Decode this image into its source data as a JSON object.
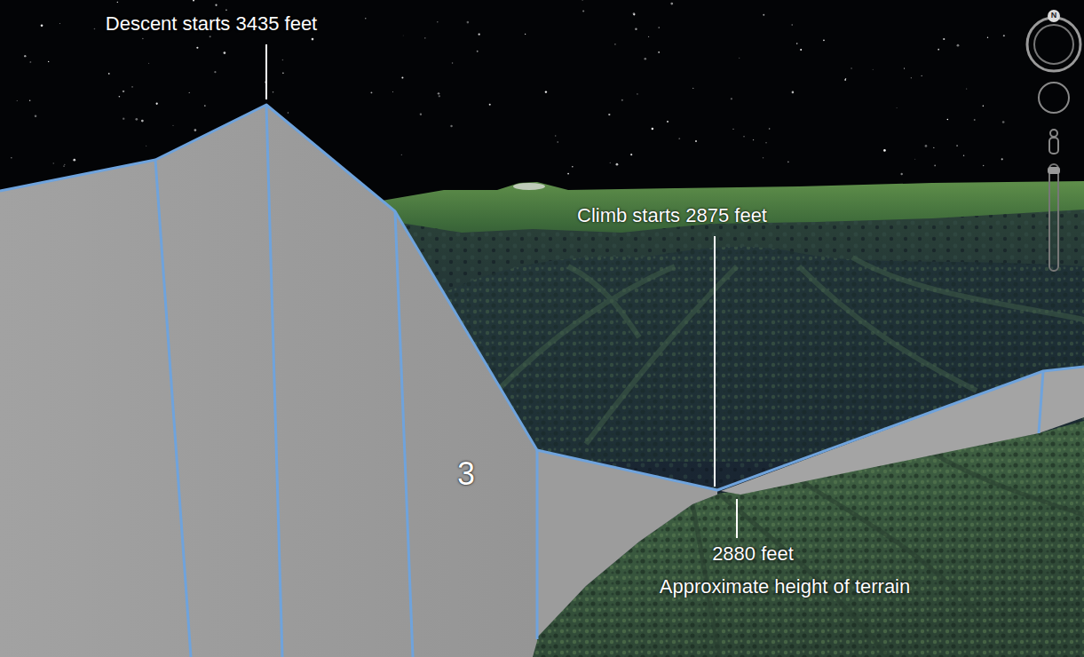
{
  "diagram": {
    "labels": [
      "Descent starts 3435 feet",
      "Climb starts 2875 feet",
      "3",
      "2880 feet",
      "Approximate height of terrain",
      "N"
    ]
  }
}
